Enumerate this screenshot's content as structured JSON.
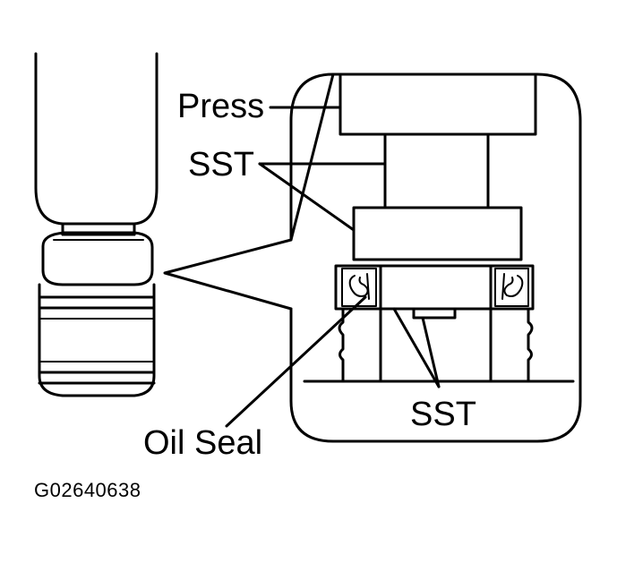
{
  "labels": {
    "press": "Press",
    "sst_upper": "SST",
    "sst_lower": "SST",
    "oil_seal": "Oil Seal",
    "figure_code": "G02640638"
  },
  "colors": {
    "ink": "#000000",
    "paper": "#ffffff"
  }
}
